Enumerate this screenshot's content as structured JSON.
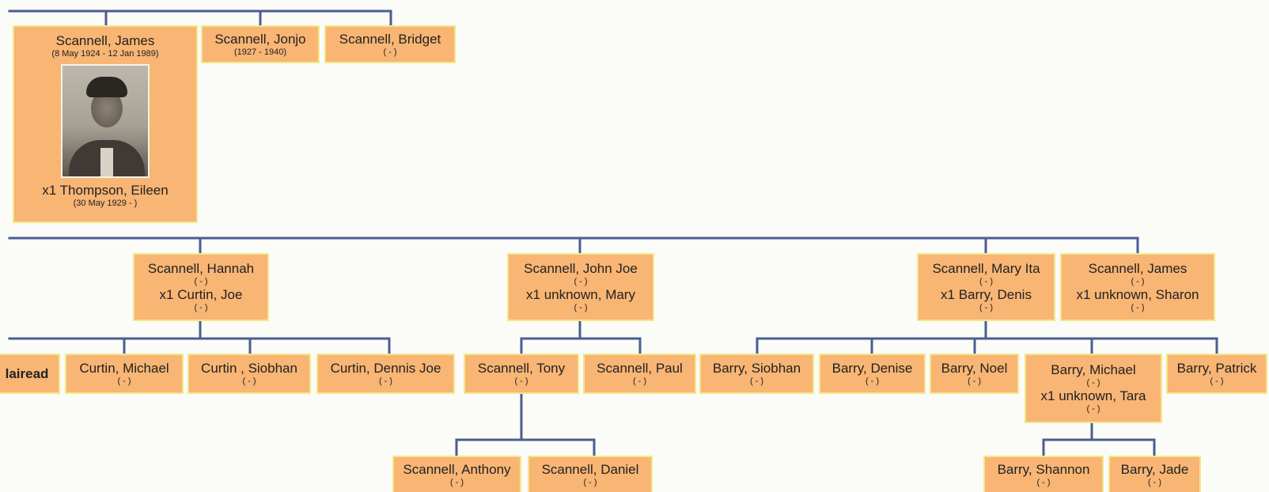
{
  "people": {
    "james_sr": {
      "name": "Scannell, James",
      "dates": "(8 May 1924 - 12 Jan 1989)",
      "spouse": "x1 Thompson, Eileen",
      "spouse_dates": "(30 May 1929 - )"
    },
    "jonjo": {
      "name": "Scannell, Jonjo",
      "dates": "(1927 - 1940)"
    },
    "bridget": {
      "name": "Scannell, Bridget",
      "dates": "( - )"
    },
    "hannah": {
      "name": "Scannell, Hannah",
      "dates": "( - )",
      "spouse": "x1 Curtin, Joe",
      "spouse_dates": "( - )"
    },
    "john_joe": {
      "name": "Scannell, John Joe",
      "dates": "( - )",
      "spouse": "x1 unknown, Mary",
      "spouse_dates": "( - )"
    },
    "mary_ita": {
      "name": "Scannell, Mary Ita",
      "dates": "( - )",
      "spouse": "x1 Barry, Denis",
      "spouse_dates": "( - )"
    },
    "james_jr": {
      "name": "Scannell, James",
      "dates": "( - )",
      "spouse": "x1 unknown, Sharon",
      "spouse_dates": "( - )"
    },
    "mairead": {
      "name": "lairead"
    },
    "curtin_michael": {
      "name": "Curtin, Michael",
      "dates": "( - )"
    },
    "curtin_siobhan": {
      "name": "Curtin , Siobhan",
      "dates": "( - )"
    },
    "curtin_dennis": {
      "name": "Curtin, Dennis Joe",
      "dates": "( - )"
    },
    "tony": {
      "name": "Scannell, Tony",
      "dates": "( - )"
    },
    "paul": {
      "name": "Scannell, Paul",
      "dates": "( - )"
    },
    "barry_siobhan": {
      "name": "Barry, Siobhan",
      "dates": "( - )"
    },
    "barry_denise": {
      "name": "Barry, Denise",
      "dates": "( - )"
    },
    "barry_noel": {
      "name": "Barry, Noel",
      "dates": "( - )"
    },
    "barry_michael": {
      "name": "Barry, Michael",
      "dates": "( - )",
      "spouse": "x1 unknown, Tara",
      "spouse_dates": "( - )"
    },
    "barry_patrick": {
      "name": "Barry, Patrick",
      "dates": "( - )"
    },
    "anthony": {
      "name": "Scannell, Anthony",
      "dates": "( - )"
    },
    "daniel": {
      "name": "Scannell, Daniel",
      "dates": "( - )"
    },
    "barry_shannon": {
      "name": "Barry, Shannon",
      "dates": "( - )"
    },
    "barry_jade": {
      "name": "Barry, Jade",
      "dates": "( - )"
    }
  },
  "colors": {
    "box_fill": "#f8b574",
    "box_border": "#f3e78a",
    "connector": "#4a5e93",
    "background": "#fbfbf7"
  },
  "icons": {
    "portrait": "portrait-photo"
  }
}
